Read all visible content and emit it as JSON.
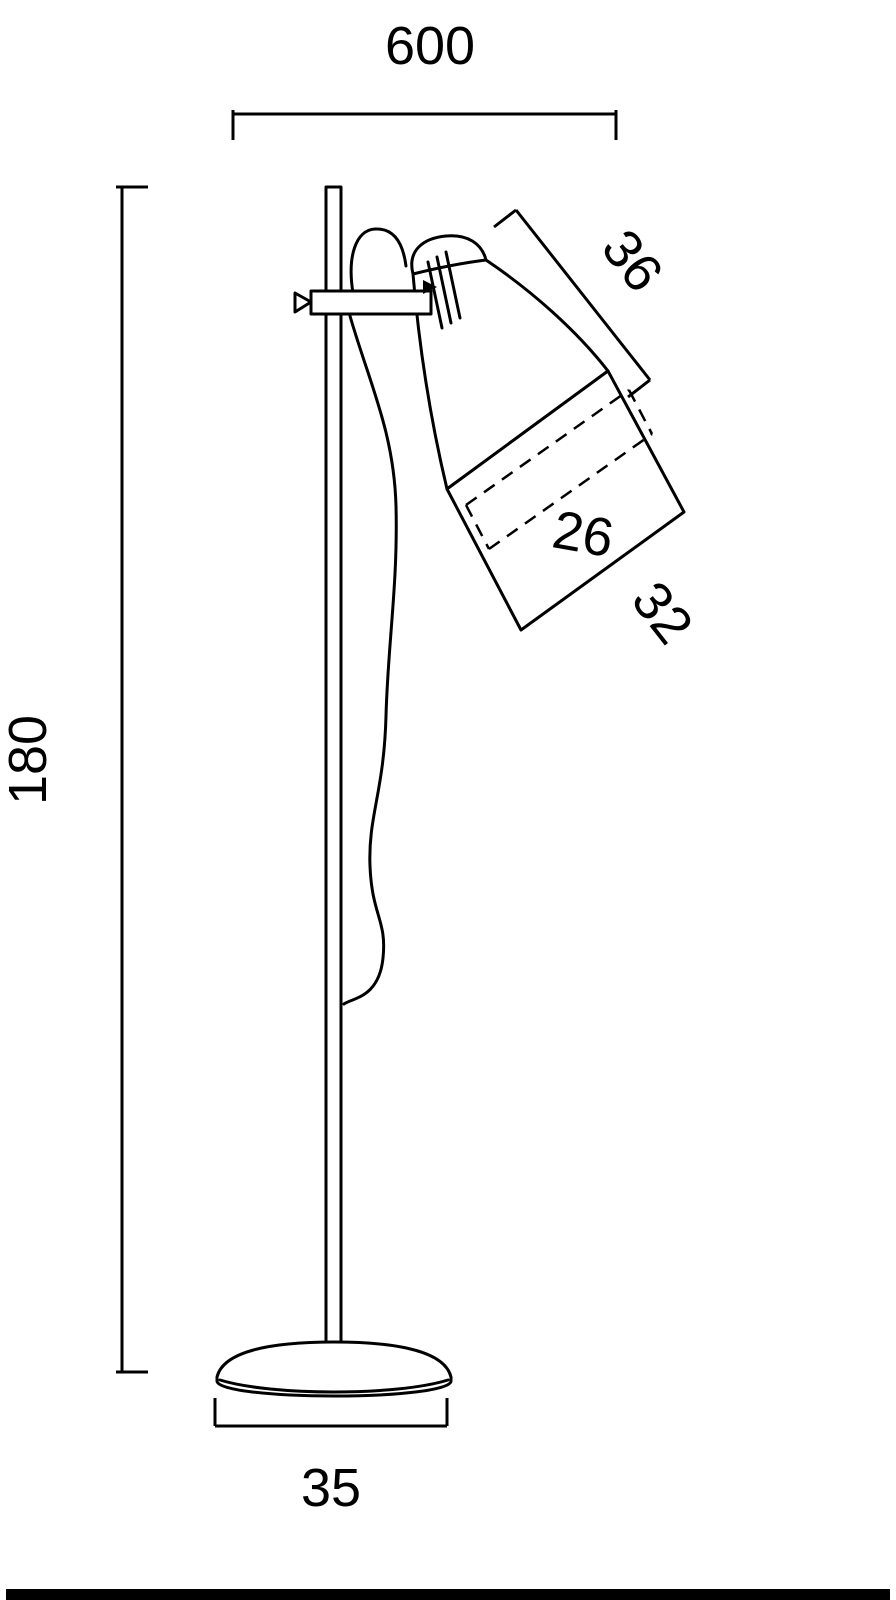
{
  "drawing": {
    "labels": {
      "overall_width": "600",
      "overall_height": "180",
      "head_depth": "36",
      "shade_inner_diameter": "26",
      "shade_outer_diameter": "32",
      "base_width": "35"
    },
    "colors": {
      "line": "#000000",
      "background": "#ffffff",
      "footer_bar": "#000000"
    }
  }
}
